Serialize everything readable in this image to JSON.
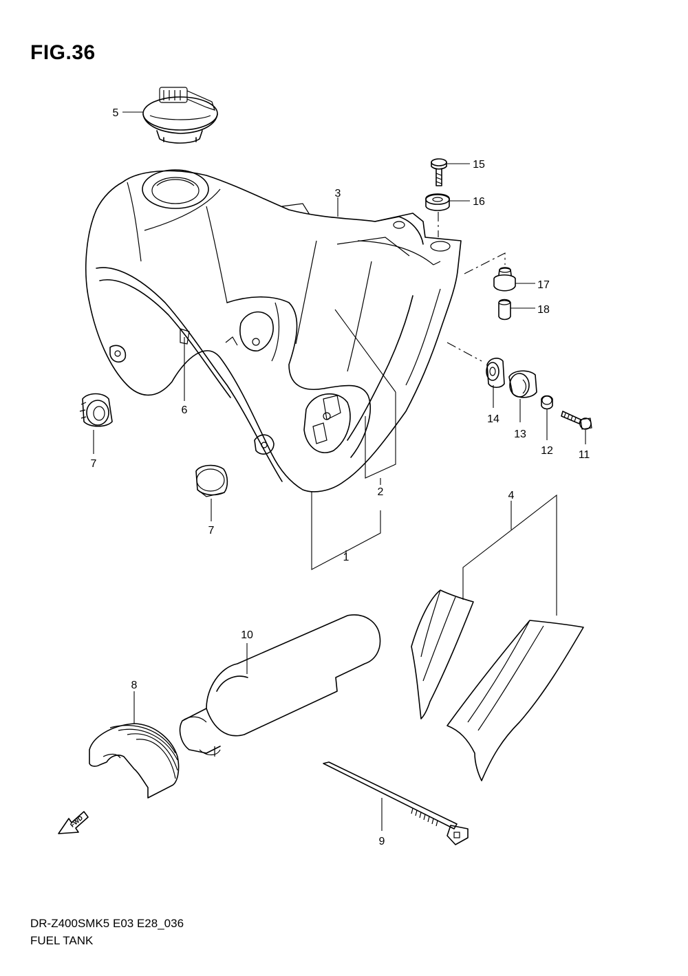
{
  "figure": {
    "title": "FIG.36",
    "model_code": "DR-Z400SMK5 E03 E28_036",
    "name": "FUEL TANK",
    "fwd_label": "FWD"
  },
  "callouts": {
    "c1": "1",
    "c2": "2",
    "c3": "3",
    "c4": "4",
    "c5": "5",
    "c6": "6",
    "c7a": "7",
    "c7b": "7",
    "c8": "8",
    "c9": "9",
    "c10": "10",
    "c11": "11",
    "c12": "12",
    "c13": "13",
    "c14": "14",
    "c15": "15",
    "c16": "16",
    "c17": "17",
    "c18": "18"
  },
  "parts": [
    {
      "id": "fuel-tank",
      "icon": "fuel-tank-drawing"
    },
    {
      "id": "fuel-cap",
      "icon": "fuel-cap-drawing"
    },
    {
      "id": "cushions",
      "icon": "cushion-drawing"
    },
    {
      "id": "heat-shield",
      "icon": "heat-shield-drawing"
    },
    {
      "id": "protector-tube",
      "icon": "protector-tube-drawing"
    },
    {
      "id": "clamp",
      "icon": "clamp-drawing"
    },
    {
      "id": "cable-tie",
      "icon": "cable-tie-drawing"
    },
    {
      "id": "mounting-hardware",
      "icon": "bolt-drawing"
    }
  ]
}
